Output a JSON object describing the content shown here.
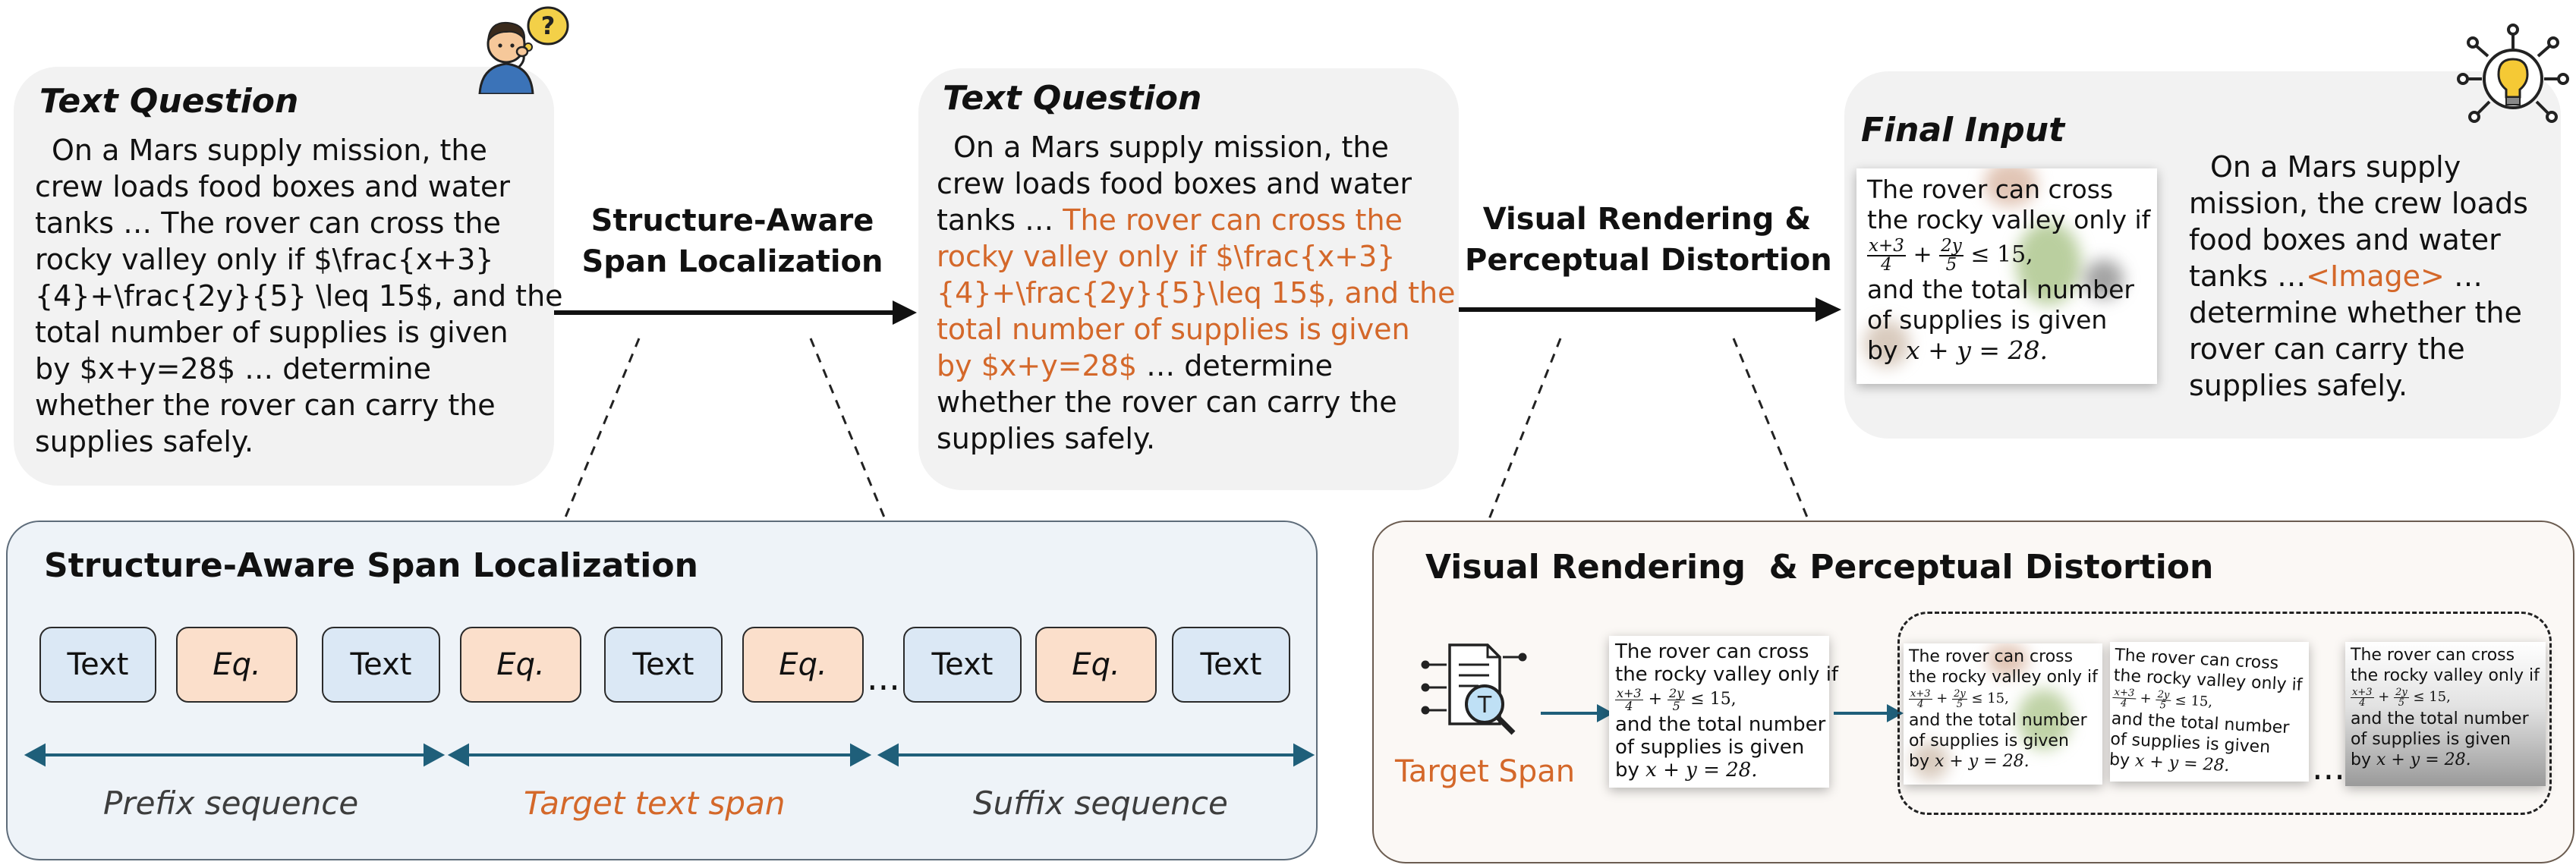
{
  "colors": {
    "card_bg": "#f2f2f2",
    "highlight": "#d4682a",
    "text_segment": "#dbe8f5",
    "equation_segment": "#fbdfcb",
    "arrow_teal": "#1f5f7a",
    "left_panel_bg": "#eef3f8",
    "right_panel_bg": "#fbf8f5",
    "panel_border": "#5e6c7a"
  },
  "icons": {
    "thinking_person": "thinking-person-icon",
    "idea": "lightbulb-icon",
    "target_span": "document-search-icon"
  },
  "card1": {
    "title": "Text Question",
    "lines": [
      "On a Mars supply mission, the",
      "crew loads food boxes and water",
      "tanks … The rover can cross the",
      "rocky valley only if $\\frac{x+3}",
      "{4}+\\frac{2y}{5} \\leq 15$, and the",
      "total number of supplies is given",
      "by $x+y=28$ … determine",
      "whether the rover can carry the",
      "supplies safely."
    ]
  },
  "stage1_label": {
    "line1": "Structure-Aware",
    "line2": "Span Localization"
  },
  "card2": {
    "title": "Text Question",
    "l1": "On a Mars supply mission, the",
    "l2": "crew loads food boxes and water",
    "l3_plain": "tanks … ",
    "l3_hl": "The rover can cross the",
    "l4": "rocky valley only if $\\frac{x+3}",
    "l5": "{4}+\\frac{2y}{5}\\leq 15$, and the",
    "l6": "total number of supplies is given",
    "l7_hl": "by $x+y=28$",
    "l7_plain": " … determine",
    "l8": "whether the rover can carry the",
    "l9": "supplies safely."
  },
  "stage2_label": {
    "line1": "Visual Rendering &",
    "line2": "Perceptual Distortion"
  },
  "card3": {
    "title": "Final Input",
    "image": {
      "l1": "The rover can cross",
      "l2": "the rocky valley only if",
      "frac1_num": "x+3",
      "frac1_den": "4",
      "frac2_num": "2y",
      "frac2_den": "5",
      "ineq": "≤ 15,",
      "l4": "and the total number",
      "l5": "of supplies is given",
      "l6_pre": "by ",
      "l6_math": "x + y = 28."
    },
    "right_l1": "On a Mars supply",
    "right_l2": "mission, the crew loads",
    "right_l3": "food boxes and water",
    "right_l4_pre": "tanks …",
    "right_l4_tag": "<Image>",
    "right_l4_post": " …",
    "right_l5": "determine whether the",
    "right_l6": "rover can carry the",
    "right_l7": "supplies safely."
  },
  "left_panel": {
    "title": "Structure-Aware Span Localization",
    "segments": [
      "Text",
      "Eq.",
      "Text",
      "Eq.",
      "Text",
      "Eq.",
      "Text",
      "Eq.",
      "Text"
    ],
    "ellipsis": "...",
    "prefix": "Prefix sequence",
    "target": "Target text span",
    "suffix": "Suffix sequence"
  },
  "right_panel": {
    "title": "Visual Rendering  & Perceptual Distortion",
    "target_span_label": "Target Span",
    "target_icon_letter": "T",
    "ellipsis": "...",
    "render": {
      "l1": "The rover can cross",
      "l2": "the rocky valley only if",
      "frac1_num": "x+3",
      "frac1_den": "4",
      "frac2_num": "2y",
      "frac2_den": "5",
      "ineq": "≤ 15,",
      "l4": "and the total number",
      "l5": "of supplies is given",
      "l6_pre": "by ",
      "l6_math": "x + y = 28."
    }
  }
}
